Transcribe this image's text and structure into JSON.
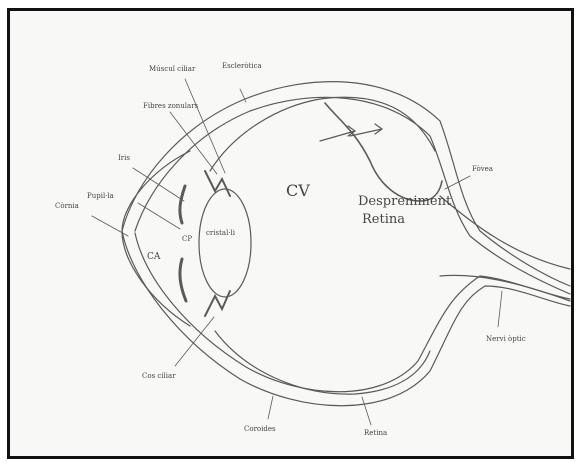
{
  "diagram": {
    "labels": {
      "cornea": "Còrnia",
      "pupil": "Pupil·la",
      "iris": "Iris",
      "anterior_chamber": "CA",
      "posterior_chamber": "CP",
      "lens": "cristal·li",
      "ciliary_body": "Cos ciliar",
      "zonule_fibers": "Fibres zonulars",
      "ciliary_muscle": "Múscul ciliar",
      "sclera": "Escleròtica",
      "vitreous_chamber": "CV",
      "detached_retina": "Despreniment\nRetina",
      "fovea": "Fòvea",
      "optic_nerve": "Nervi òptic",
      "choroid": "Coroides",
      "retina": "Retina"
    },
    "colors": {
      "paper": "#f8f8f6",
      "pencil": "#555555",
      "frame": "#111111"
    }
  }
}
